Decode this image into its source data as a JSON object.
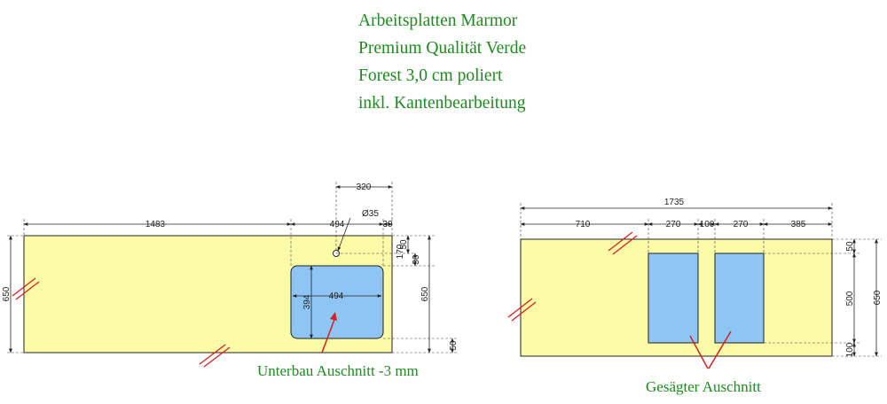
{
  "header": {
    "line1": "Arbeitsplatten Marmor",
    "line2": "Premium Qualität Verde",
    "line3": "Forest 3,0 cm poliert",
    "line4": "inkl. Kantenbearbeitung"
  },
  "left_drawing": {
    "dims": {
      "top_total": "1483",
      "top_sink": "494",
      "top_right": "30",
      "top_hole_offset": "320",
      "hole_diameter": "Ø35",
      "left_height": "650",
      "right_height": "650",
      "right_small_a": "50",
      "right_small_b": "170",
      "right_small_c": "30",
      "cutout_width": "494",
      "cutout_height": "394",
      "bottom_small": "50"
    },
    "callout": "Unterbau Auschnitt -3 mm"
  },
  "right_drawing": {
    "dims": {
      "total": "1735",
      "seg1": "710",
      "seg2": "270",
      "seg3": "100",
      "seg4": "270",
      "seg5": "385",
      "inner_height": "500",
      "outer_height": "650",
      "top_small": "50",
      "bottom_small": "100"
    },
    "callout": "Gesägter Auschnitt"
  },
  "colors": {
    "countertop": "#fbfba8",
    "cutout": "#8ec5f4",
    "text_green": "#1e8a1e",
    "cut_marks": "#d61f1f"
  }
}
